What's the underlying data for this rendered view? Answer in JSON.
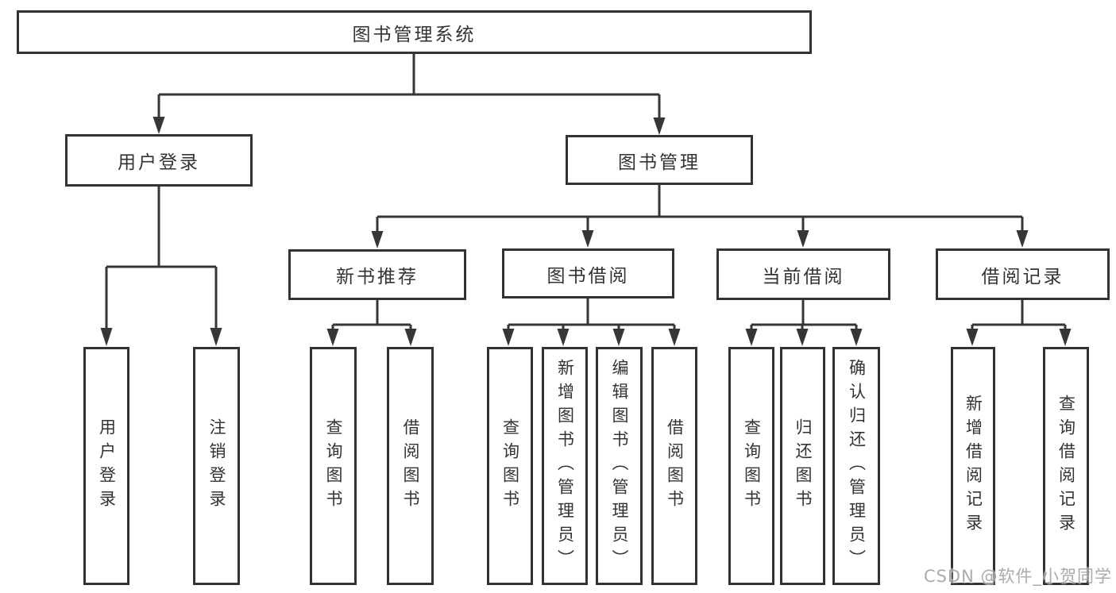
{
  "tree": {
    "root": {
      "label": "图书管理系统",
      "children": [
        {
          "label": "用户登录",
          "children": [
            {
              "label": "用户登录"
            },
            {
              "label": "注销登录"
            }
          ]
        },
        {
          "label": "图书管理",
          "children": [
            {
              "label": "新书推荐",
              "children": [
                {
                  "label": "查询图书"
                },
                {
                  "label": "借阅图书"
                }
              ]
            },
            {
              "label": "图书借阅",
              "children": [
                {
                  "label": "查询图书"
                },
                {
                  "label": "新增图书（管理员）"
                },
                {
                  "label": "编辑图书（管理员）"
                },
                {
                  "label": "借阅图书"
                }
              ]
            },
            {
              "label": "当前借阅",
              "children": [
                {
                  "label": "查询图书"
                },
                {
                  "label": "归还图书"
                },
                {
                  "label": "确认归还（管理员）"
                }
              ]
            },
            {
              "label": "借阅记录",
              "children": [
                {
                  "label": "新增借阅记录"
                },
                {
                  "label": "查询借阅记录"
                }
              ]
            }
          ]
        }
      ]
    }
  },
  "watermark": {
    "text": "CSDN @软件_小贺同学"
  },
  "colors": {
    "line": "#363636",
    "border": "#333333",
    "text": "#333333",
    "watermark_text": "#a2a2a2",
    "background": "#ffffff"
  }
}
